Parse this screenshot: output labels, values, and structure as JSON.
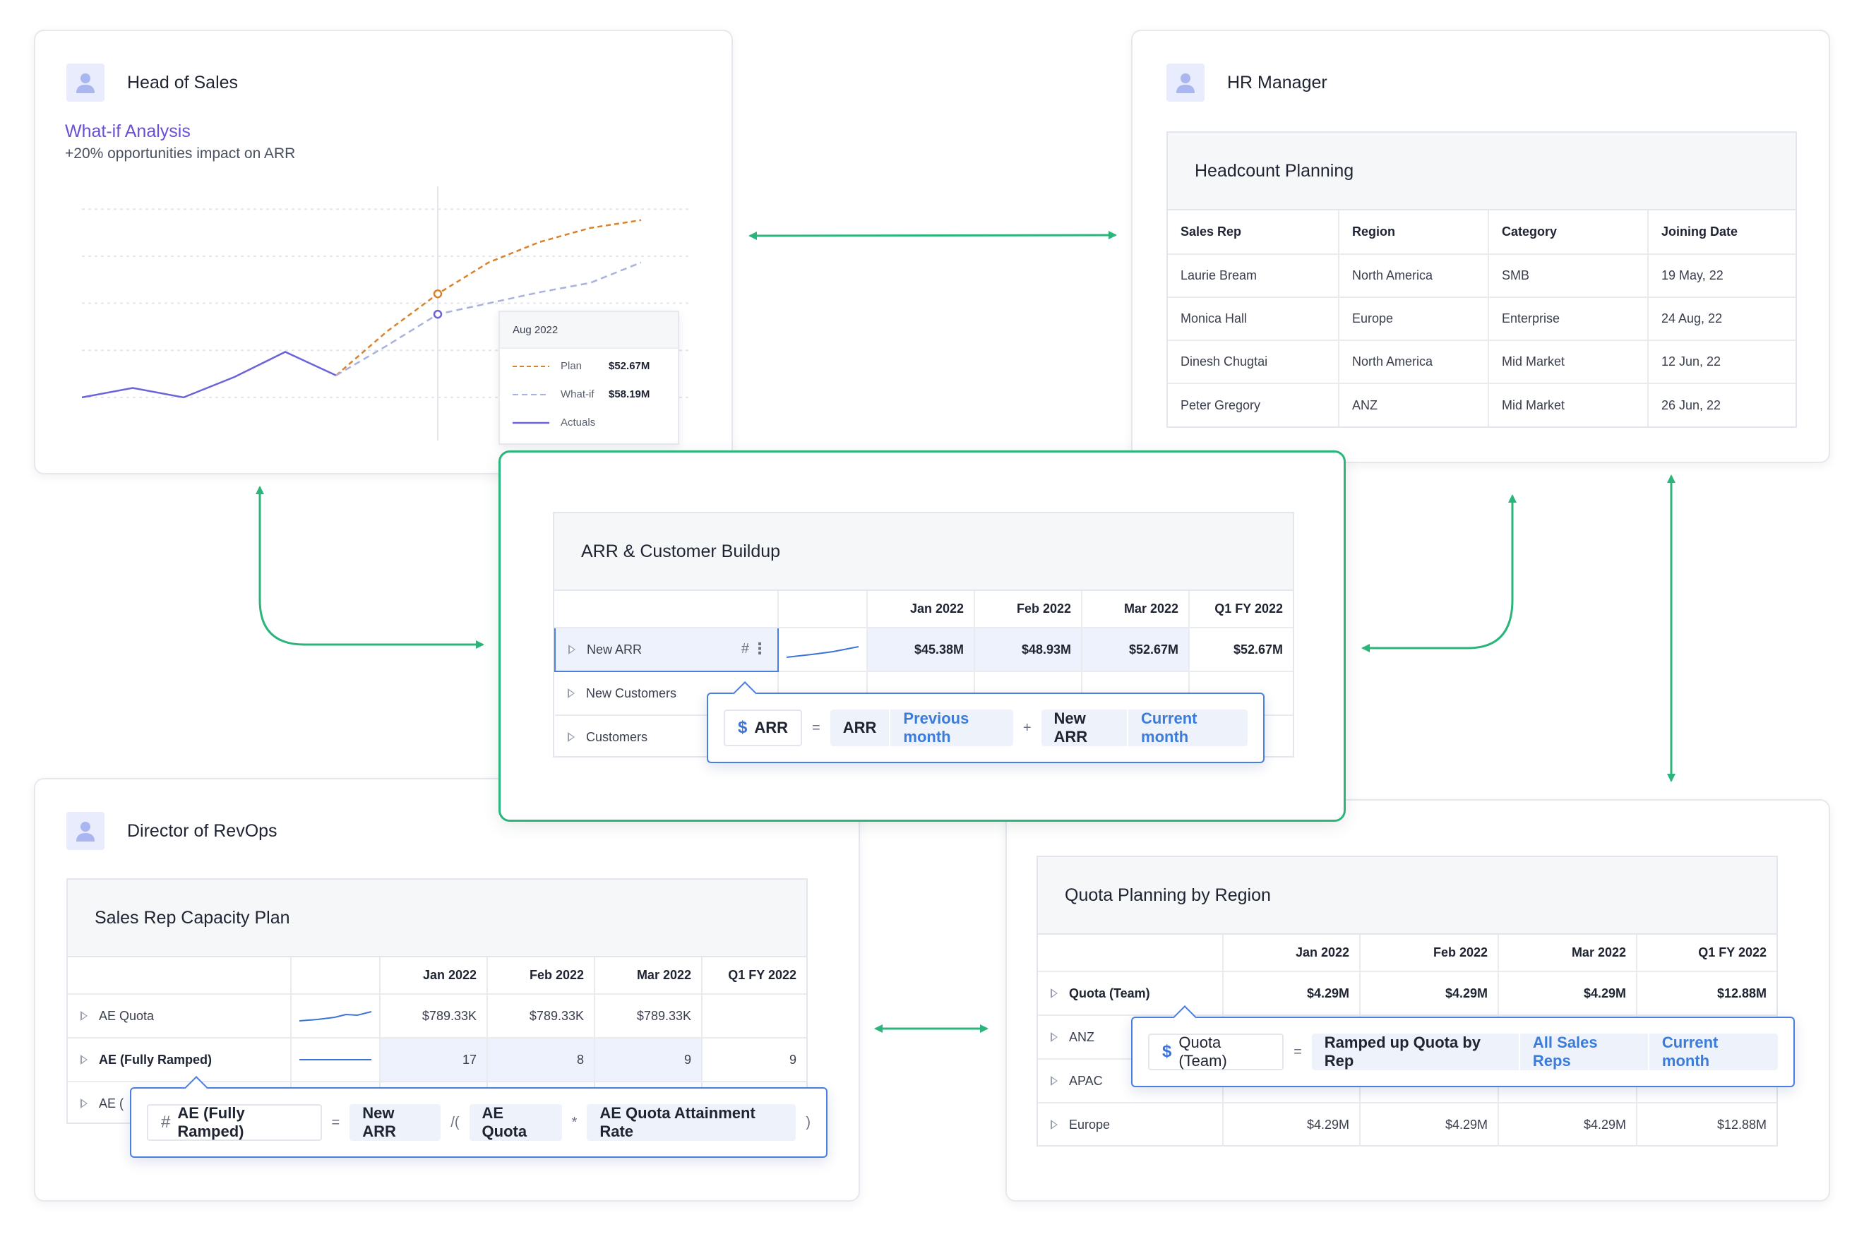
{
  "colors": {
    "accent_green": "#2bb57a",
    "link_purple": "#6a4fd6",
    "formula_blue": "#3b7bd9",
    "plan_orange": "#d9822b",
    "whatif_lavender": "#a9b2dc",
    "actuals_purple": "#6a63d9"
  },
  "head_of_sales": {
    "persona": "Head of Sales",
    "avatar_icon": "user-icon",
    "title": "What-if Analysis",
    "subtitle": "+20% opportunities impact on ARR",
    "tooltip": {
      "month": "Aug 2022",
      "rows": [
        {
          "label": "Plan",
          "value": "$52.67M"
        },
        {
          "label": "What-if",
          "value": "$58.19M"
        },
        {
          "label": "Actuals",
          "value": ""
        }
      ]
    }
  },
  "chart_data": {
    "type": "line",
    "title": "What-if Analysis",
    "subtitle": "+20% opportunities impact on ARR",
    "series": [
      {
        "name": "Actuals",
        "x": [
          0,
          1,
          2,
          3,
          4,
          5
        ],
        "values": [
          0,
          0.6,
          0,
          1.3,
          2.9,
          1.4
        ]
      },
      {
        "name": "Plan",
        "x": [
          5,
          6,
          7,
          8,
          9,
          10,
          11
        ],
        "values": [
          1.4,
          4.2,
          6.6,
          8.6,
          9.9,
          10.8,
          11.3
        ]
      },
      {
        "name": "What-if",
        "x": [
          5,
          6,
          7,
          8,
          9,
          10,
          11
        ],
        "values": [
          1.4,
          3.3,
          5.3,
          6.0,
          6.7,
          7.3,
          8.6
        ]
      }
    ],
    "ylim": [
      -0.5,
      13
    ],
    "grid": true,
    "hover_month": "Aug 2022"
  },
  "hr_manager": {
    "persona": "HR Manager",
    "avatar_icon": "user-icon",
    "panel_title": "Headcount Planning",
    "columns": [
      "Sales Rep",
      "Region",
      "Category",
      "Joining Date"
    ],
    "rows": [
      [
        "Laurie Bream",
        "North America",
        "SMB",
        "19 May, 22"
      ],
      [
        "Monica Hall",
        "Europe",
        "Enterprise",
        "24 Aug, 22"
      ],
      [
        "Dinesh Chugtai",
        "North America",
        "Mid Market",
        "12 Jun, 22"
      ],
      [
        "Peter Gregory",
        "ANZ",
        "Mid Market",
        "26 Jun, 22"
      ]
    ]
  },
  "arr": {
    "panel_title": "ARR & Customer Buildup",
    "columns": [
      "Jan 2022",
      "Feb 2022",
      "Mar 2022",
      "Q1 FY 2022"
    ],
    "rows": [
      {
        "label": "New ARR",
        "values": [
          "$45.38M",
          "$48.93M",
          "$52.67M",
          "$52.67M"
        ]
      },
      {
        "label": "New Customers",
        "values": [
          "",
          "",
          "",
          ""
        ]
      },
      {
        "label": "Customers",
        "values": [
          "",
          "",
          "",
          ""
        ]
      }
    ],
    "row_hash": "#",
    "row_menu": "⋮",
    "formula": {
      "symbol": "$",
      "target": "ARR",
      "eq": "=",
      "term1": "ARR",
      "term1_mod": "Previous month",
      "op": "+",
      "term2": "New ARR",
      "term2_mod": "Current month"
    }
  },
  "revops": {
    "persona": "Director of RevOps",
    "avatar_icon": "user-icon",
    "panel_title": "Sales Rep Capacity Plan",
    "columns": [
      "Jan 2022",
      "Feb 2022",
      "Mar 2022",
      "Q1 FY 2022"
    ],
    "rows": [
      {
        "label": "AE Quota",
        "values": [
          "$789.33K",
          "$789.33K",
          "$789.33K",
          ""
        ]
      },
      {
        "label": "AE (Fully Ramped)",
        "values": [
          "17",
          "8",
          "9",
          "9"
        ]
      },
      {
        "label": "AE (",
        "values": [
          "",
          "",
          "",
          ""
        ]
      }
    ],
    "formula": {
      "symbol": "#",
      "target": "AE (Fully Ramped)",
      "eq": "=",
      "t1": "New ARR",
      "op1": "/(",
      "t2": "AE Quota",
      "op2": "*",
      "t3": "AE Quota Attainment Rate",
      "close": ")"
    }
  },
  "quota": {
    "panel_title": "Quota Planning by Region",
    "columns": [
      "Jan 2022",
      "Feb 2022",
      "Mar 2022",
      "Q1 FY 2022"
    ],
    "rows": [
      {
        "label": "Quota (Team)",
        "values": [
          "$4.29M",
          "$4.29M",
          "$4.29M",
          "$12.88M"
        ]
      },
      {
        "label": "ANZ",
        "values": [
          "",
          "",
          "",
          ""
        ]
      },
      {
        "label": "APAC",
        "values": [
          "",
          "",
          "",
          ""
        ]
      },
      {
        "label": "Europe",
        "values": [
          "$4.29M",
          "$4.29M",
          "$4.29M",
          "$12.88M"
        ]
      }
    ],
    "formula": {
      "symbol": "$",
      "target": "Quota (Team)",
      "eq": "=",
      "term1": "Ramped up Quota by Rep",
      "mod1": "All Sales Reps",
      "mod2": "Current month"
    }
  }
}
